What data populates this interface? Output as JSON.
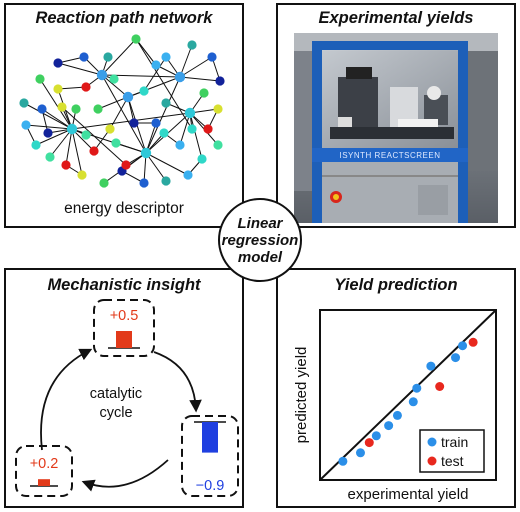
{
  "panels": {
    "network": {
      "title": "Reaction path network",
      "caption": "energy descriptor"
    },
    "experimental": {
      "title": "Experimental yields",
      "instrument_label": "ISYNTH REACTSCREEN"
    },
    "hub": {
      "lines": [
        "Linear",
        "regression",
        "model"
      ]
    },
    "mechanistic": {
      "title": "Mechanistic insight",
      "center_label_line1": "catalytic",
      "center_label_line2": "cycle",
      "steps": [
        {
          "label": "+0.5",
          "value": 0.5,
          "color": "#e23a1a"
        },
        {
          "label": "−0.9",
          "value": -0.9,
          "color": "#1f3fe0"
        },
        {
          "label": "+0.2",
          "value": 0.2,
          "color": "#e23a1a"
        }
      ]
    },
    "prediction": {
      "title": "Yield prediction"
    }
  },
  "colors": {
    "train": "#2b8fe8",
    "test": "#e8281e",
    "positive": "#e23a1a",
    "negative": "#1f3fe0"
  },
  "chart_data": {
    "type": "scatter",
    "xlabel": "experimental yield",
    "ylabel": "predicted yield",
    "xlim": [
      0,
      1
    ],
    "ylim": [
      0,
      1
    ],
    "diagonal": true,
    "legend_position": "bottom-right",
    "series": [
      {
        "name": "train",
        "color": "#2b8fe8",
        "points": [
          [
            0.13,
            0.11
          ],
          [
            0.23,
            0.16
          ],
          [
            0.32,
            0.26
          ],
          [
            0.39,
            0.32
          ],
          [
            0.44,
            0.38
          ],
          [
            0.53,
            0.46
          ],
          [
            0.55,
            0.54
          ],
          [
            0.63,
            0.67
          ],
          [
            0.77,
            0.72
          ],
          [
            0.81,
            0.79
          ]
        ]
      },
      {
        "name": "test",
        "color": "#e8281e",
        "points": [
          [
            0.28,
            0.22
          ],
          [
            0.68,
            0.55
          ],
          [
            0.87,
            0.81
          ]
        ]
      }
    ]
  }
}
